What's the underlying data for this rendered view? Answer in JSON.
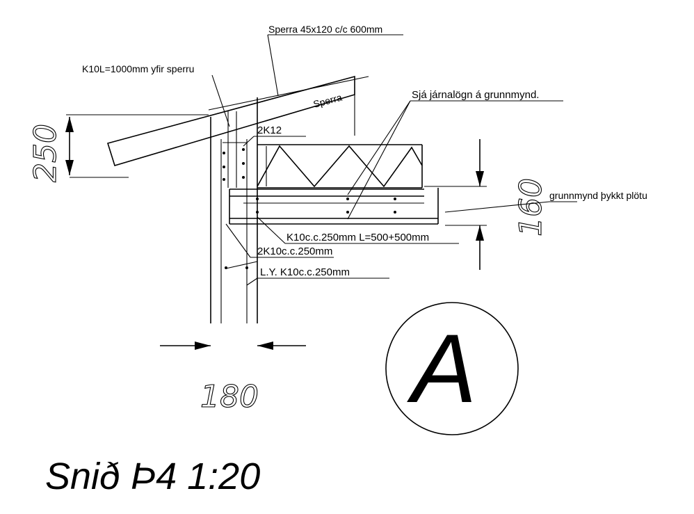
{
  "labels": {
    "sperra_spec": "Sperra 45x120 c/c 600mm",
    "k10l": "K10L=1000mm yfir sperru",
    "sperra": "Sperra",
    "sja": "Sjá járnalögn á grunnmynd.",
    "k12": "2K12",
    "grunnmynd": "grunnmynd þykkt plötu",
    "k10cc": "K10c.c.250mm L=500+500mm",
    "k10cc2": "2K10c.c.250mm",
    "ly": "L.Y. K10c.c.250mm"
  },
  "dimensions": {
    "d250": "250",
    "d160": "160",
    "d180": "180"
  },
  "section_mark": "A",
  "title": "Snið Þ4 1:20"
}
